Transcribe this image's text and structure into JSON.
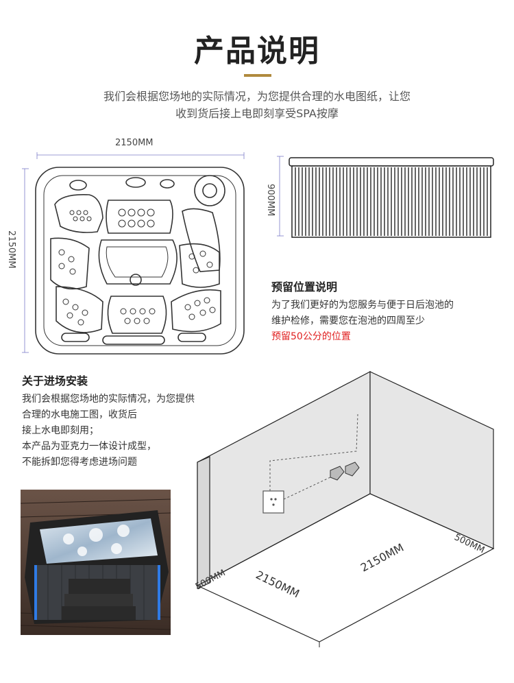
{
  "header": {
    "title": "产品说明",
    "intro_line1": "我们会根据您场地的实际情况，为您提供合理的水电图纸，让您",
    "intro_line2": "收到货后接上电即刻享受SPA按摩"
  },
  "top_view": {
    "width_label": "2150MM",
    "height_label": "2150MM"
  },
  "side_view": {
    "height_label": "900MM"
  },
  "reserve": {
    "title": "预留位置说明",
    "line1": "为了我们更好的为您服务与便于日后泡池的",
    "line2": "维护检修，需要您在泡池的四周至少",
    "highlight": "预留50公分的位置"
  },
  "install": {
    "title": "关于进场安装",
    "line1": "我们会根据您场地的实际情况，为您提供",
    "line2": "合理的水电施工图，收货后",
    "line3": "接上水电即刻用；",
    "line4": "本产品为亚克力一体设计成型，",
    "line5": "不能拆卸您得考虑进场问题"
  },
  "room": {
    "left_margin": "500MM",
    "front_length": "2150MM",
    "depth_length": "2150MM",
    "right_margin": "500MM"
  },
  "colors": {
    "accent": "#b08a3e",
    "highlight": "#e02020",
    "dim_line": "#7c7cc8"
  }
}
